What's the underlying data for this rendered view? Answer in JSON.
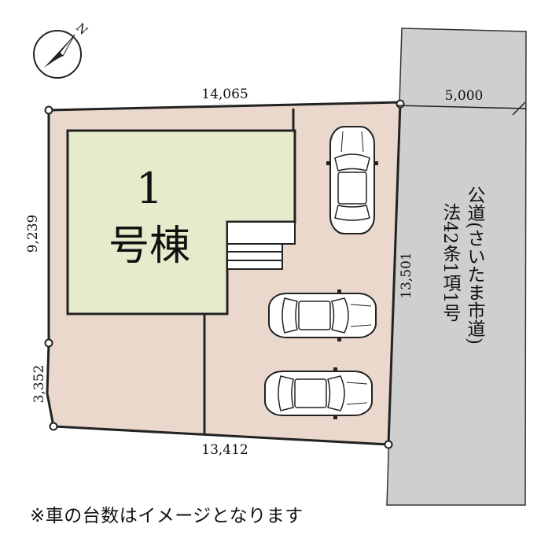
{
  "compass": {
    "label": "N",
    "icon": "north-arrow-icon"
  },
  "dimensions": {
    "top": "14,065",
    "bottom": "13,412",
    "left_upper": "9,239",
    "left_lower": "3,352",
    "right": "13,501",
    "road_width": "5,000"
  },
  "building": {
    "number": "1",
    "name": "号棟"
  },
  "road": {
    "line1": "公道(さいたま市道)",
    "line2": "法42条1項1号"
  },
  "parking": {
    "car_count": 3,
    "icon": "car-icon"
  },
  "note": "※車の台数はイメージとなります",
  "colors": {
    "lot": "#ead8cc",
    "building": "#e6ebcb",
    "road": "#cfcfcf",
    "outline": "#222222"
  }
}
